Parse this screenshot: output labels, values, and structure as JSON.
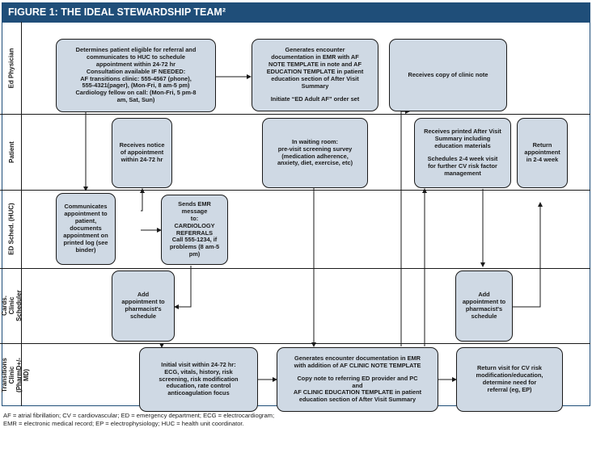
{
  "title": "FIGURE 1: THE IDEAL STEWARDSHIP TEAM²",
  "lanes": {
    "ed_physician": "Ed Physician",
    "patient": "Patient",
    "ed_sched": "ED Sched. (HUC)",
    "cards_clinic": "Cards. Clinic Scheduler",
    "af_clinic": "AF Transitions Clinic (PharmD+/-MD)"
  },
  "boxes": {
    "determine_eligible": {
      "l1": "Determines patient eligible for referral and",
      "l2": "communicates to HUC to schedule",
      "l3": "appointment within 24-72 hr",
      "l4": "Consultation available IF NEEDED:",
      "l5": "AF transitions clinic: 555-4567 (phone),",
      "l6": "555-4321(pager), (Mon-Fri, 8 am-5 pm)",
      "l7": "Cardiology fellow on call: (Mon-Fri, 5 pm-8",
      "l8": "am, Sat, Sun)"
    },
    "generate_documentation": {
      "l1": "Generates encounter",
      "l2": "documentation in EMR with AF",
      "l3": "NOTE TEMPLATE in note and AF",
      "l4": "EDUCATION TEMPLATE in patient",
      "l5": "education section of After Visit",
      "l6": "Summary",
      "l7": "Initiate “ED Adult AF” order set"
    },
    "receives_copy": {
      "l1": "Receives copy of clinic note"
    },
    "receives_notice": {
      "l1": "Receives notice",
      "l2": "of appointment",
      "l3": "within 24-72 hr"
    },
    "waiting_room": {
      "l1": "In waiting room:",
      "l2": "pre-visit screening survey",
      "l3": "(medication adherence,",
      "l4": "anxiety, diet, exercise, etc)"
    },
    "receives_printed": {
      "l1": "Receives printed After Visit",
      "l2": "Summary including",
      "l3": "education materials",
      "l4": "Schedules 2-4 week visit",
      "l5": "for further CV risk factor",
      "l6": "management"
    },
    "return_appointment": {
      "l1": "Return",
      "l2": "appointment",
      "l3": "in 2-4 week"
    },
    "communicates_appt": {
      "l1": "Communicates",
      "l2": "appointment to",
      "l3": "patient,",
      "l4": "documents",
      "l5": "appointment on",
      "l6": "printed log (see",
      "l7": "binder)"
    },
    "sends_emr": {
      "l1": "Sends EMR message",
      "l2": "to:",
      "l3": "CARDIOLOGY",
      "l4": "REFERRALS",
      "l5": "Call 555-1234, if",
      "l6": "problems (8 am-5",
      "l7": "pm)"
    },
    "add_appt_left": {
      "l1": "Add",
      "l2": "appointment to",
      "l3": "pharmacist's",
      "l4": "schedule"
    },
    "add_appt_right": {
      "l1": "Add",
      "l2": "appointment to",
      "l3": "pharmacist's",
      "l4": "schedule"
    },
    "initial_visit": {
      "l1": "Initial visit within 24-72 hr:",
      "l2": "ECG, vitals, history, risk",
      "l3": "screening, risk modification",
      "l4": "education, rate control",
      "l5": "anticoagulation focus"
    },
    "clinic_documentation": {
      "l1": "Generates encounter documentation in EMR",
      "l2": "with addition of AF CLINIC NOTE TEMPLATE",
      "l3": "Copy note to referring ED provider and PC",
      "l4": "and",
      "l5": "AF CLINIC EDUCATION TEMPLATE in patient",
      "l6": "education section of After Visit Summary"
    },
    "return_visit": {
      "l1": "Return visit for CV risk",
      "l2": "modification/education,",
      "l3": "determine need for",
      "l4": "referral (eg, EP)"
    }
  },
  "footer": {
    "line1": "AF = atrial fibrillation; CV = cardiovascular; ED = emergency department; ECG = electrocardiogram;",
    "line2": "EMR = electronic medical record; EP = electrophysiology; HUC = health unit coordinator."
  },
  "colors": {
    "title_bar": "#1f4e79",
    "box_fill": "#cfd9e4",
    "line": "#1a1a1a"
  }
}
